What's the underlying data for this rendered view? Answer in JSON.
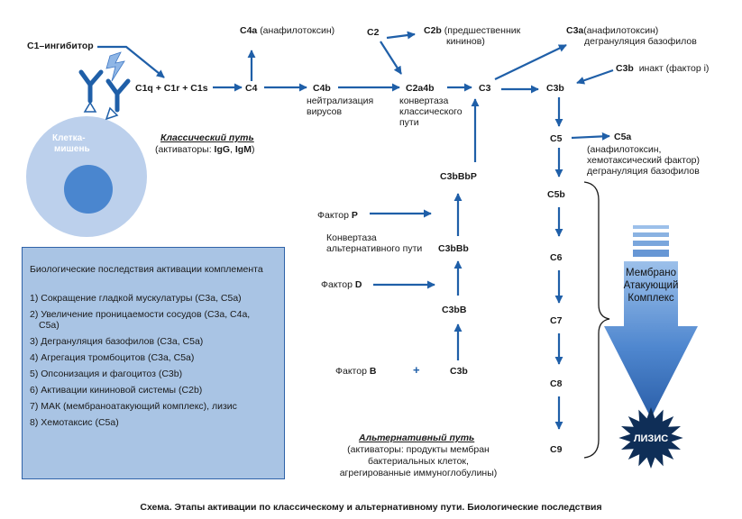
{
  "nodes": {
    "c1_inhibitor": "C1–ингибитор",
    "c1qrs": "C1q + C1r + C1s",
    "c4": "C4",
    "c4a": "C4a",
    "c4a_note": "(анафилотоксин)",
    "c4b": "C4b",
    "c4b_note_1": "нейтрализация",
    "c4b_note_2": "вирусов",
    "c2": "C2",
    "c2b": "C2b",
    "c2b_note_1": "(предшественник",
    "c2b_note_2": "кининов)",
    "c2a4b": "C2a4b",
    "c2a4b_note_1": "конвертаза",
    "c2a4b_note_2": "классического",
    "c2a4b_note_3": "пути",
    "c3": "C3",
    "c3a": "C3a",
    "c3a_note_1": "(анафилотоксин)",
    "c3a_note_2": "дегрануляция базофилов",
    "c3b_top": "C3b",
    "c3b_inact_label": "C3b",
    "c3b_inact_note": "инакт (фактор i)",
    "c5": "C5",
    "c5a": "C5a",
    "c5a_note_1": "(анафилотоксин,",
    "c5a_note_2": "хемотаксический фактор)",
    "c5a_note_3": "дегрануляция базофилов",
    "c5b": "C5b",
    "c6": "C6",
    "c7": "C7",
    "c8": "C8",
    "c9": "C9",
    "c3bbbp": "C3bBbP",
    "factor_p_label": "Фактор",
    "factor_p": "P",
    "conv_alt_1": "Конвертаза",
    "conv_alt_2": "альтернативного пути",
    "c3bbb": "C3bBb",
    "factor_d_label": "Фактор",
    "factor_d": "D",
    "c3bb": "C3bB",
    "factor_b_label": "Фактор",
    "factor_b": "B",
    "plus": "+",
    "c3b_bottom": "C3b",
    "cell_label_1": "Клетка-",
    "cell_label_2": "мишень",
    "mac_1": "Мембрано",
    "mac_2": "Атакующий",
    "mac_3": "Комплекс",
    "lysis": "ЛИЗИС"
  },
  "classic_path": {
    "title": "Классический путь",
    "activators_prefix": "(активаторы: ",
    "igg": "IgG",
    "sep": ", ",
    "igm": "IgM",
    "activators_suffix": ")"
  },
  "alt_path": {
    "title": "Альтернативный путь",
    "line1": "(активаторы: продукты мембран",
    "line2": "бактериальных клеток,",
    "line3": "агрегированные иммуноглобулины)"
  },
  "effects_box": {
    "title": "Биологические последствия активации комплемента",
    "items": [
      "1) Сокращение гладкой мускулатуры (C3a, C5a)",
      "2) Увеличение проницаемости сосудов (C3a, C4a,",
      "C5a)",
      "3) Дегрануляция базофилов (C3a, C5a)",
      "4) Агрегация тромбоцитов (C3a, C5a)",
      "5) Опсонизация и фагоцитоз (C3b)",
      "6) Активации кининовой системы (C2b)",
      "7) МАК (мембраноатакующий комплекс), лизис",
      "8) Хемотаксис (C5a)"
    ]
  },
  "caption": "Схема. Этапы активации по классическому и альтернативному пути. Биологические последствия",
  "colors": {
    "arrow": "#1f5fa8",
    "cell_outer": "#bcd0ec",
    "cell_inner": "#4a86cf",
    "box": "#a9c4e4",
    "antibody": "#1f5fa8",
    "lightning": "#8fb6e6",
    "lysis_star": "#0f2e57"
  }
}
